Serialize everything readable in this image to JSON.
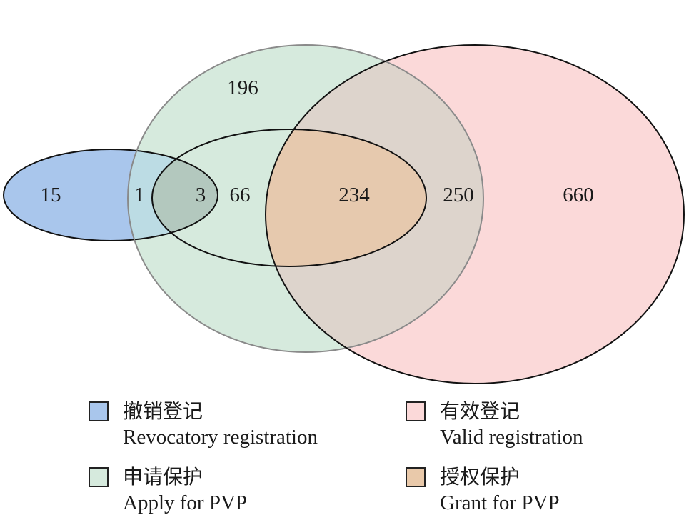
{
  "colors": {
    "revocatory": "#a9c6ec",
    "apply": "#d6eadd",
    "valid": "#fbd9d9",
    "grant": "#e9c9aa"
  },
  "regions": {
    "revocatory_only": "15",
    "revocatory_apply": "1",
    "revocatory_apply_grant": "3",
    "apply_grant": "66",
    "apply_only": "196",
    "apply_grant_valid": "234",
    "apply_valid": "250",
    "valid_only": "660"
  },
  "legend": {
    "revocatory": {
      "cn": "撤销登记",
      "en": "Revocatory registration"
    },
    "valid": {
      "cn": "有效登记",
      "en": "Valid registration"
    },
    "apply": {
      "cn": "申请保护",
      "en": "Apply for PVP"
    },
    "grant": {
      "cn": "授权保护",
      "en": "Grant for PVP"
    }
  }
}
